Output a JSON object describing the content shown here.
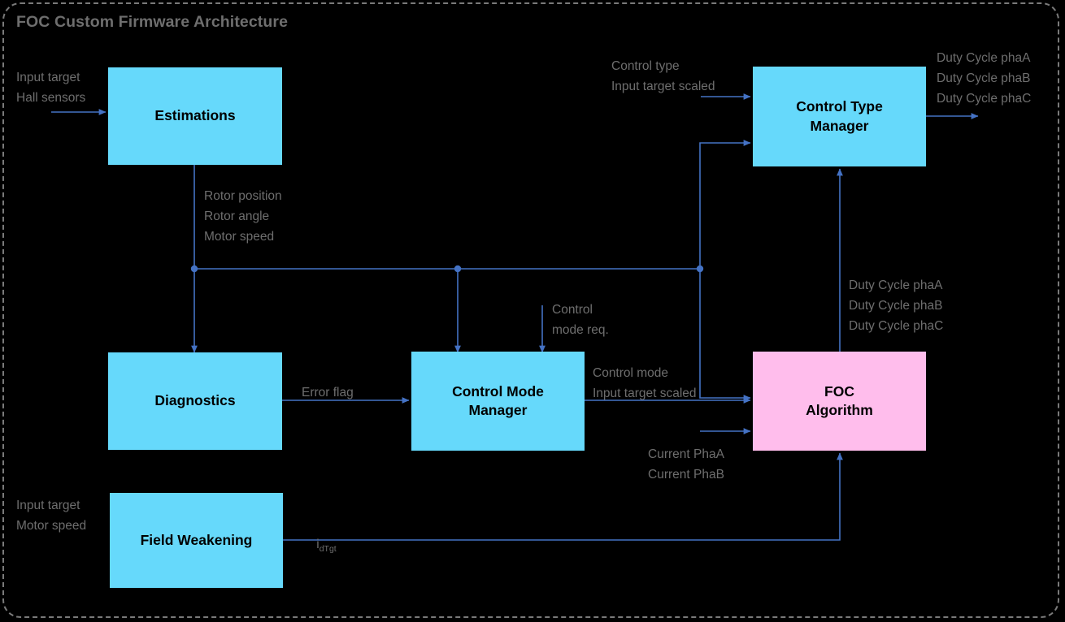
{
  "diagram": {
    "title": "FOC Custom Firmware Architecture",
    "colors": {
      "block_cyan": "#66D9FB",
      "block_pink": "#FFBDEC",
      "wire": "#4472C4",
      "label_gray": "#6e6e6e",
      "frame_border": "#7a7a7a",
      "background": "#000000"
    },
    "blocks": [
      {
        "id": "estimations",
        "label": "Estimations",
        "fill": "cyan"
      },
      {
        "id": "control-type-manager",
        "label": "Control Type\nManager",
        "fill": "cyan"
      },
      {
        "id": "diagnostics",
        "label": "Diagnostics",
        "fill": "cyan"
      },
      {
        "id": "control-mode-manager",
        "label": "Control Mode\nManager",
        "fill": "cyan"
      },
      {
        "id": "foc-algorithm",
        "label": "FOC\nAlgorithm",
        "fill": "pink"
      },
      {
        "id": "field-weakening",
        "label": "Field Weakening",
        "fill": "cyan"
      }
    ],
    "signals": {
      "estimations_in": "Input target\nHall sensors",
      "estimations_out": "Rotor position\nRotor angle\nMotor speed",
      "ctm_in": "Control type\nInput target scaled",
      "ctm_out": "Duty Cycle phaA\nDuty Cycle phaB\nDuty Cycle phaC",
      "foc_out_up": "Duty Cycle phaA\nDuty Cycle phaB\nDuty Cycle phaC",
      "control_mode_req": "Control\nmode req.",
      "error_flag": "Error flag",
      "cmm_out": "Control mode\nInput target scaled",
      "currents_in": "Current PhaA\nCurrent PhaB",
      "fw_in": "Input target\nMotor speed",
      "fw_out_main": "i",
      "fw_out_sub": "dTgt"
    }
  }
}
